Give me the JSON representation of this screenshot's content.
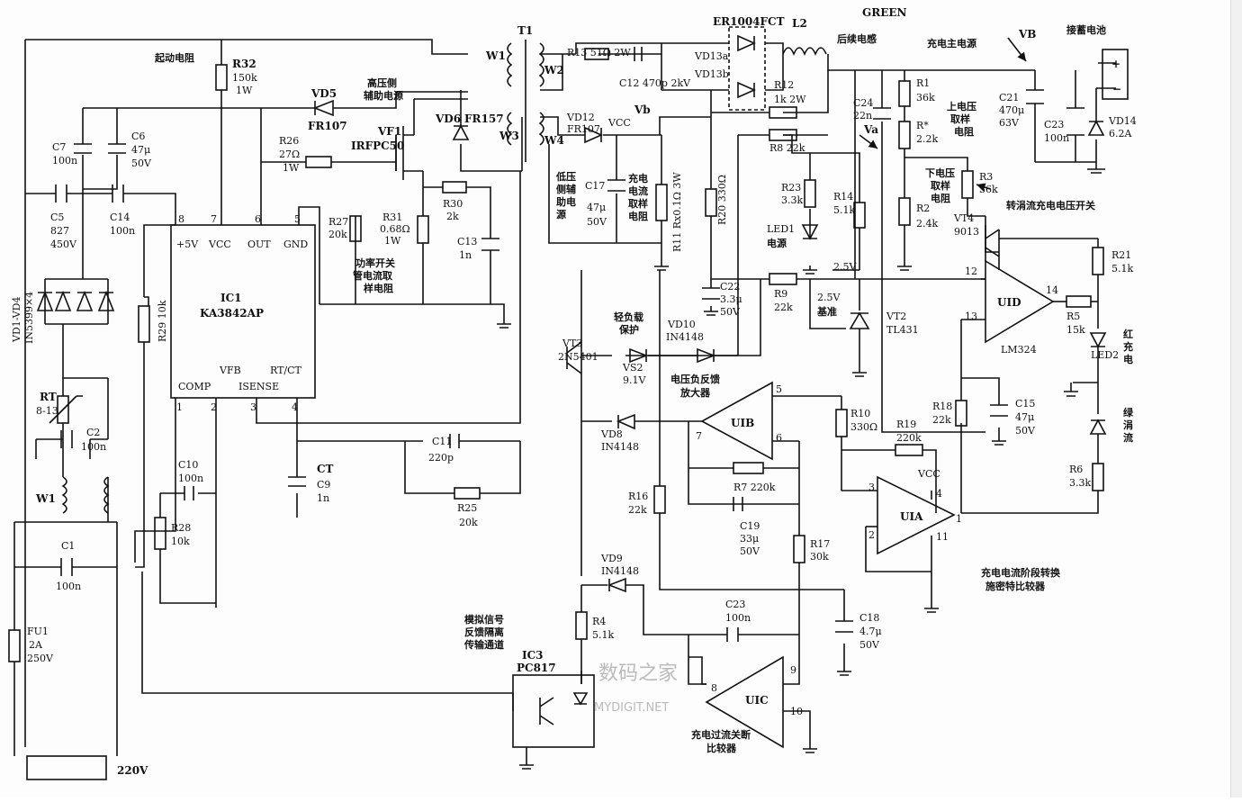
{
  "labels": {
    "T1": "T1",
    "ER1004FCT": "ER1004FCT",
    "L2": "L2",
    "GREEN": "GREEN",
    "houxu": "后续电感",
    "chongdian": "充电主电源",
    "VB": "VB",
    "jiexudian": "接蓄电池",
    "qidong": "起动电阻",
    "R32": "R32",
    "R32v": "150k",
    "R32p": "1W",
    "gaoya": "高压侧",
    "fuzhu": "辅助电源",
    "W1": "W1",
    "W2": "W2",
    "W3": "W3",
    "W4": "W4",
    "R13": "R13 51Ω  2W",
    "C12": "C12 470p 2kV",
    "VD13a": "VD13a",
    "VD13b": "VD13b",
    "R12": "R12",
    "R12v": "1k 2W",
    "R8": "R8 22k",
    "VD5": "VD5",
    "FR107": "FR107",
    "VD6": "VD6",
    "FR157": "FR157",
    "VF1": "VF1",
    "IRFPC50": "IRFPC50",
    "R26": "R26",
    "R26v": "27Ω",
    "R26p": "1W",
    "C7": "C7",
    "C7v": "100n",
    "C6": "C6",
    "C6v": "47μ",
    "C6p": "50V",
    "C5": "C5",
    "C5v": "827",
    "C5p": "450V",
    "C14": "C14",
    "C14v": "100n",
    "R27": "R27",
    "R27v": "20k",
    "R31": "R31",
    "R31v": "0.68Ω",
    "R31p": "1W",
    "R30": "R30",
    "R30v": "2k",
    "C13": "C13",
    "C13v": "1n",
    "gonglv1": "功率开关",
    "gonglv2": "管电流取",
    "gonglv3": "样电阻",
    "VD12": "VD12",
    "FR107b": "FR107",
    "VCC": "VCC",
    "Vb": "Vb",
    "diya1": "低压",
    "diya2": "侧辅",
    "diya3": "助电",
    "diya4": "源",
    "C17": "C17",
    "C17v": "47μ",
    "C17p": "50V",
    "cd1": "充电",
    "cd2": "电流",
    "cd3": "取样",
    "cd4": "电阻",
    "R11": "R11 Rx0.1Ω 3W",
    "R20": "R20 330Ω",
    "C24": "C24",
    "C24v": "22n",
    "Va": "Va",
    "R1": "R1",
    "R1v": "36k",
    "Rs": "R*",
    "Rsv": "2.2k",
    "R2": "R2",
    "R2v": "2.4k",
    "sdy1": "上电压",
    "sdy2": "取样",
    "sdy3": "电阻",
    "xdy1": "下电压",
    "xdy2": "取样",
    "xdy3": "电阻",
    "C21": "C21",
    "C21v": "470μ",
    "C21p": "63V",
    "C23a": "C23",
    "C23av": "100n",
    "VD14": "VD14",
    "VD14v": "6.2A",
    "R3": "R3",
    "R3v": "36k",
    "VT4": "VT4",
    "VT4v": "9013",
    "zhuan": "转涓流充电电压开关",
    "R23": "R23",
    "R23v": "3.3k",
    "R14": "R14",
    "R14v": "5.1k",
    "LED1": "LED1",
    "dianyuan": "电源",
    "v25a": "2.5V",
    "C22": "C22",
    "C22v": "3.3μ",
    "C22p": "50V",
    "R9": "R9",
    "R9v": "22k",
    "v25b": "2.5V",
    "jizhun": "基准",
    "VT2": "VT2",
    "TL431": "TL431",
    "R21": "R21",
    "R21v": "5.1k",
    "U1D": "UID",
    "LM324": "LM324",
    "p12": "12",
    "p13": "13",
    "p14": "14",
    "R5": "R5",
    "R5v": "15k",
    "LED2": "LED2",
    "hong1": "红",
    "hong2": "充",
    "hong3": "电",
    "lv1": "绿",
    "lv2": "涓",
    "lv3": "流",
    "R6": "R6",
    "R6v": "3.3k",
    "IC1": "IC1",
    "KA3842AP": "KA3842AP",
    "p5V": "+5V",
    "pVCC": "VCC",
    "pOUT": "OUT",
    "pGND": "GND",
    "pVFB": "VFB",
    "pRTCT": "RT/CT",
    "pCOMP": "COMP",
    "pISENSE": "ISENSE",
    "n8": "8",
    "n7": "7",
    "n6": "6",
    "n5": "5",
    "n1": "1",
    "n2": "2",
    "n3": "3",
    "n4": "4",
    "R29": "R29 10k",
    "VD14x": "VD1-VD4",
    "IN5399": "IN5399×4",
    "RT": "RT",
    "RTv": "8-13",
    "C2": "C2",
    "C2v": "100n",
    "W1b": "W1",
    "C1": "C1",
    "C1v": "100n",
    "FU1": "FU1",
    "FU1v": "2A",
    "FU1p": "250V",
    "v220": "220V",
    "C10": "C10",
    "C10v": "100n",
    "R28": "R28",
    "R28v": "10k",
    "CT": "CT",
    "C9": "C9",
    "C9v": "1n",
    "C11": "C11",
    "C11v": "220p",
    "R25": "R25",
    "R25v": "20k",
    "VT3": "VT3",
    "VT3v": "2N5401",
    "qfz1": "轻负载",
    "qfz2": "保护",
    "VD10": "VD10",
    "VD10v": "IN4148",
    "VS2": "VS2",
    "VS2v": "9.1V",
    "dyfk1": "电压负反馈",
    "dyfk2": "放大器",
    "U1B": "UIB",
    "b5": "5",
    "b6": "6",
    "b7": "7",
    "VD8": "VD8",
    "VD8v": "IN4148",
    "R7": "R7 220k",
    "C19": "C19",
    "C19v": "33μ",
    "C19p": "50V",
    "R16": "R16",
    "R16v": "22k",
    "R17": "R17",
    "R17v": "30k",
    "R10": "R10",
    "R10v": "330Ω",
    "R19": "R19",
    "R19v": "220k",
    "R18": "R18",
    "R18v": "22k",
    "C15": "C15",
    "C15v": "47μ",
    "C15p": "50V",
    "U1A": "UIA",
    "VCCb": "VCC",
    "a1": "1",
    "a2": "2",
    "a3": "3",
    "a4": "4",
    "a11": "11",
    "cdjd1": "充电电流阶段转换",
    "cdjd2": "施密特比较器",
    "VD9": "VD9",
    "VD9v": "IN4148",
    "R4": "R4",
    "R4v": "5.1k",
    "mn1": "模拟信号",
    "mn2": "反馈隔离",
    "mn3": "传输通道",
    "IC3": "IC3",
    "PC817": "PC817",
    "C23": "C23",
    "C23v": "100n",
    "C18": "C18",
    "C18v": "4.7μ",
    "C18p": "50V",
    "U1C": "UIC",
    "c8": "8",
    "c9": "9",
    "c10": "10",
    "gl1": "充电过流关断",
    "gl2": "比较器",
    "wm1": "数码之家",
    "wm2": "MYDIGIT.NET"
  }
}
